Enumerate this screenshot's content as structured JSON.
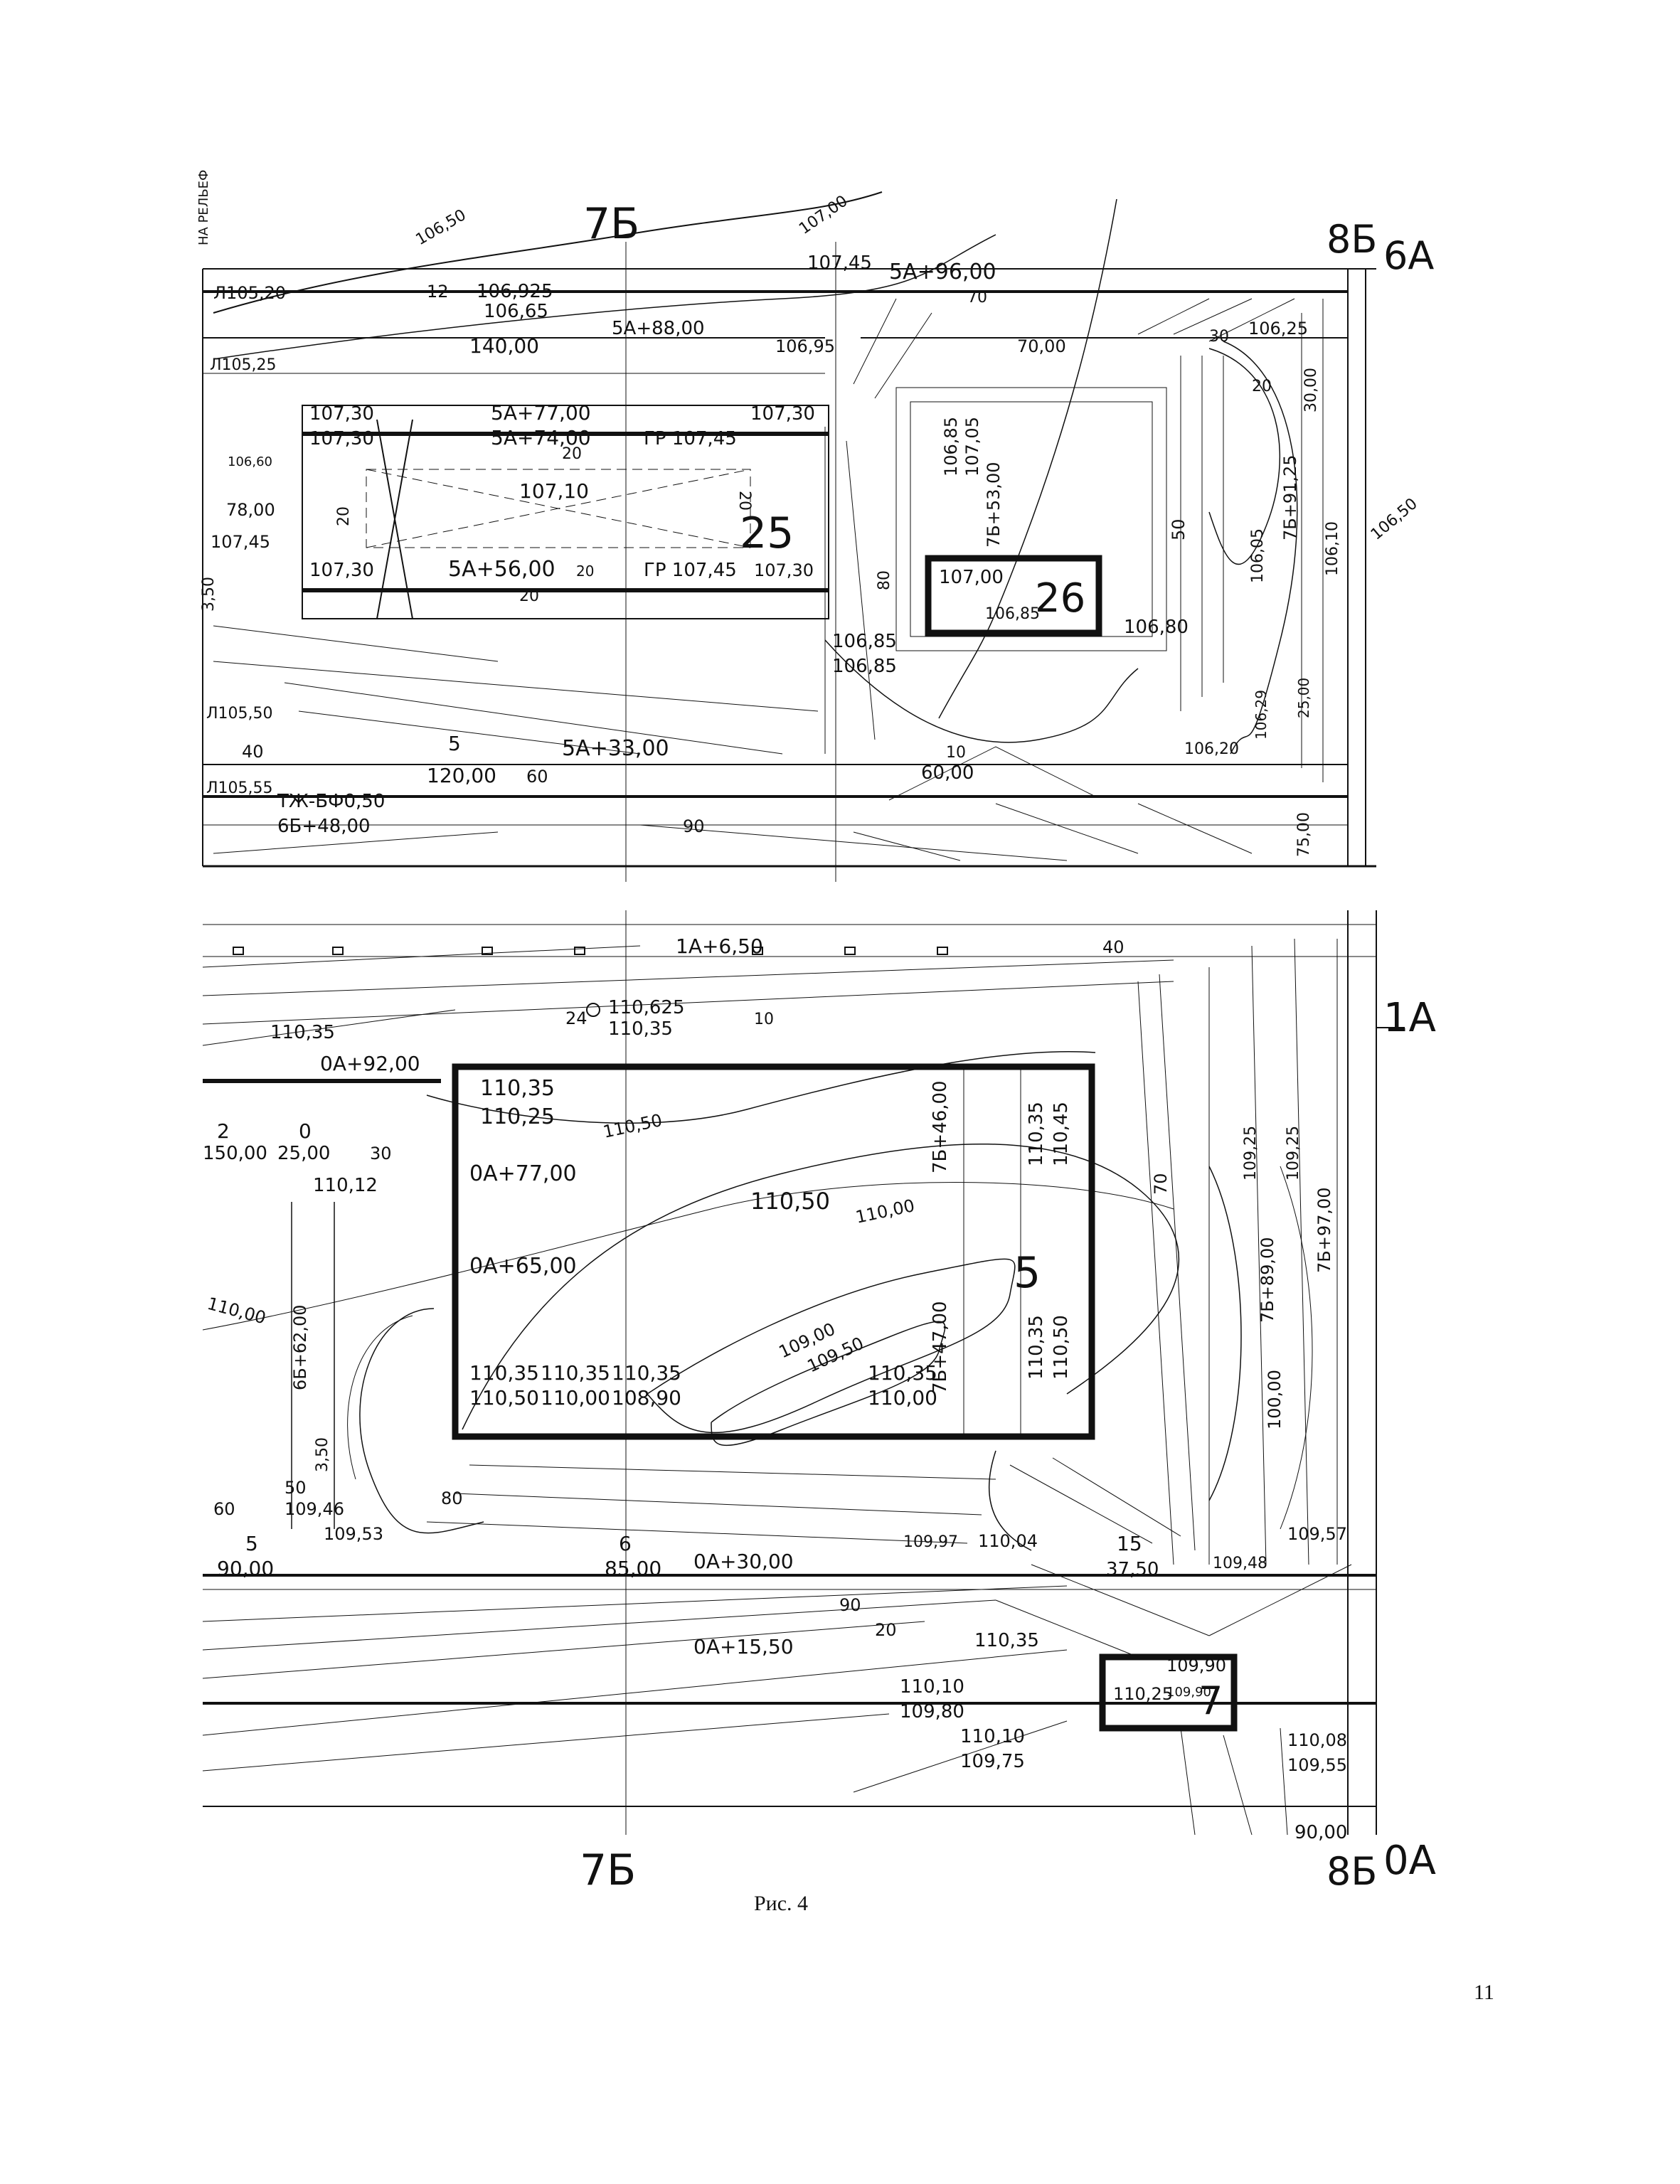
{
  "top_plan": {
    "axis_top_center": "7Б",
    "axis_right": "8Б",
    "axis_right_row": "6А",
    "side_label": "НА РЕЛЬЕФ",
    "building_25": {
      "number": "25",
      "marks": [
        "107,30",
        "107,30",
        "107,30",
        "107,30",
        "107,10",
        "107,30"
      ],
      "stations": [
        "5А+77,00",
        "5А+74,00",
        "5А+56,00"
      ],
      "grade_marks": [
        "ГР 107,45",
        "ГР 107,45"
      ],
      "dims": [
        "20",
        "20",
        "20",
        "20",
        "20"
      ]
    },
    "building_26": {
      "number": "26",
      "marks": [
        "107,00",
        "106,85"
      ]
    },
    "stations": [
      "5А+96,00",
      "5А+88,00",
      "5А+33,00",
      "7Б+53,00",
      "7Б+91,25"
    ],
    "labels": [
      "107,45",
      "106,925",
      "106,65",
      "106,95",
      "70,00",
      "140,00",
      "120,00",
      "60,00",
      "Л105,20",
      "Л105,25",
      "Л105,50",
      "Л105,55",
      "ТЖ-БФ0,50",
      "6Б+48,00",
      "107,00",
      "106,50",
      "106,85",
      "107,05",
      "106,85",
      "106,85",
      "106,80",
      "106,25",
      "106,20",
      "106,05",
      "106,10",
      "106,29",
      "106,50",
      "75,00",
      "30,00",
      "25,00",
      "78,00",
      "107,45",
      "3,50",
      "106,60",
      "12",
      "5",
      "10",
      "50",
      "30",
      "20",
      "90",
      "80",
      "70",
      "60",
      "40"
    ]
  },
  "bottom_plan": {
    "axis_bottom_center": "7Б",
    "axis_right": "8Б",
    "axis_right_row_top": "1А",
    "axis_right_row_bottom": "0А",
    "building_5": {
      "number": "5",
      "marks": [
        "110,35",
        "110,25",
        "110,35",
        "110,45",
        "110,35",
        "110,50",
        "110,35",
        "110,00",
        "110,35",
        "108,90",
        "110,35",
        "110,00",
        "110,35",
        "110,50"
      ],
      "center_mark": "110,50"
    },
    "building_7": {
      "number": "7",
      "marks": [
        "109,90",
        "110,25",
        "109,90"
      ]
    },
    "stations": [
      "1А+6,50",
      "0А+92,00",
      "0А+77,00",
      "0А+65,00",
      "0А+30,00",
      "0А+15,50",
      "7Б+46,00",
      "7Б+47,00",
      "7Б+89,00",
      "7Б+97,00",
      "6Б+62,00"
    ],
    "labels": [
      "110,625",
      "110,35",
      "110,35",
      "110,12",
      "110,50",
      "110,00",
      "109,50",
      "109,00",
      "110,00",
      "109,46",
      "109,53",
      "109,97",
      "110,04",
      "109,48",
      "109,57",
      "110,35",
      "110,10",
      "109,80",
      "110,10",
      "109,75",
      "110,08",
      "109,55",
      "109,25",
      "109,25",
      "150,00",
      "25,00",
      "90,00",
      "85,00",
      "37,50",
      "100,00",
      "90,00",
      "24",
      "2",
      "0",
      "6",
      "15",
      "5",
      "3,50",
      "40",
      "60",
      "30",
      "20",
      "80",
      "90",
      "50",
      "70",
      "10"
    ]
  },
  "caption": "Рис. 4",
  "page_number": "11"
}
